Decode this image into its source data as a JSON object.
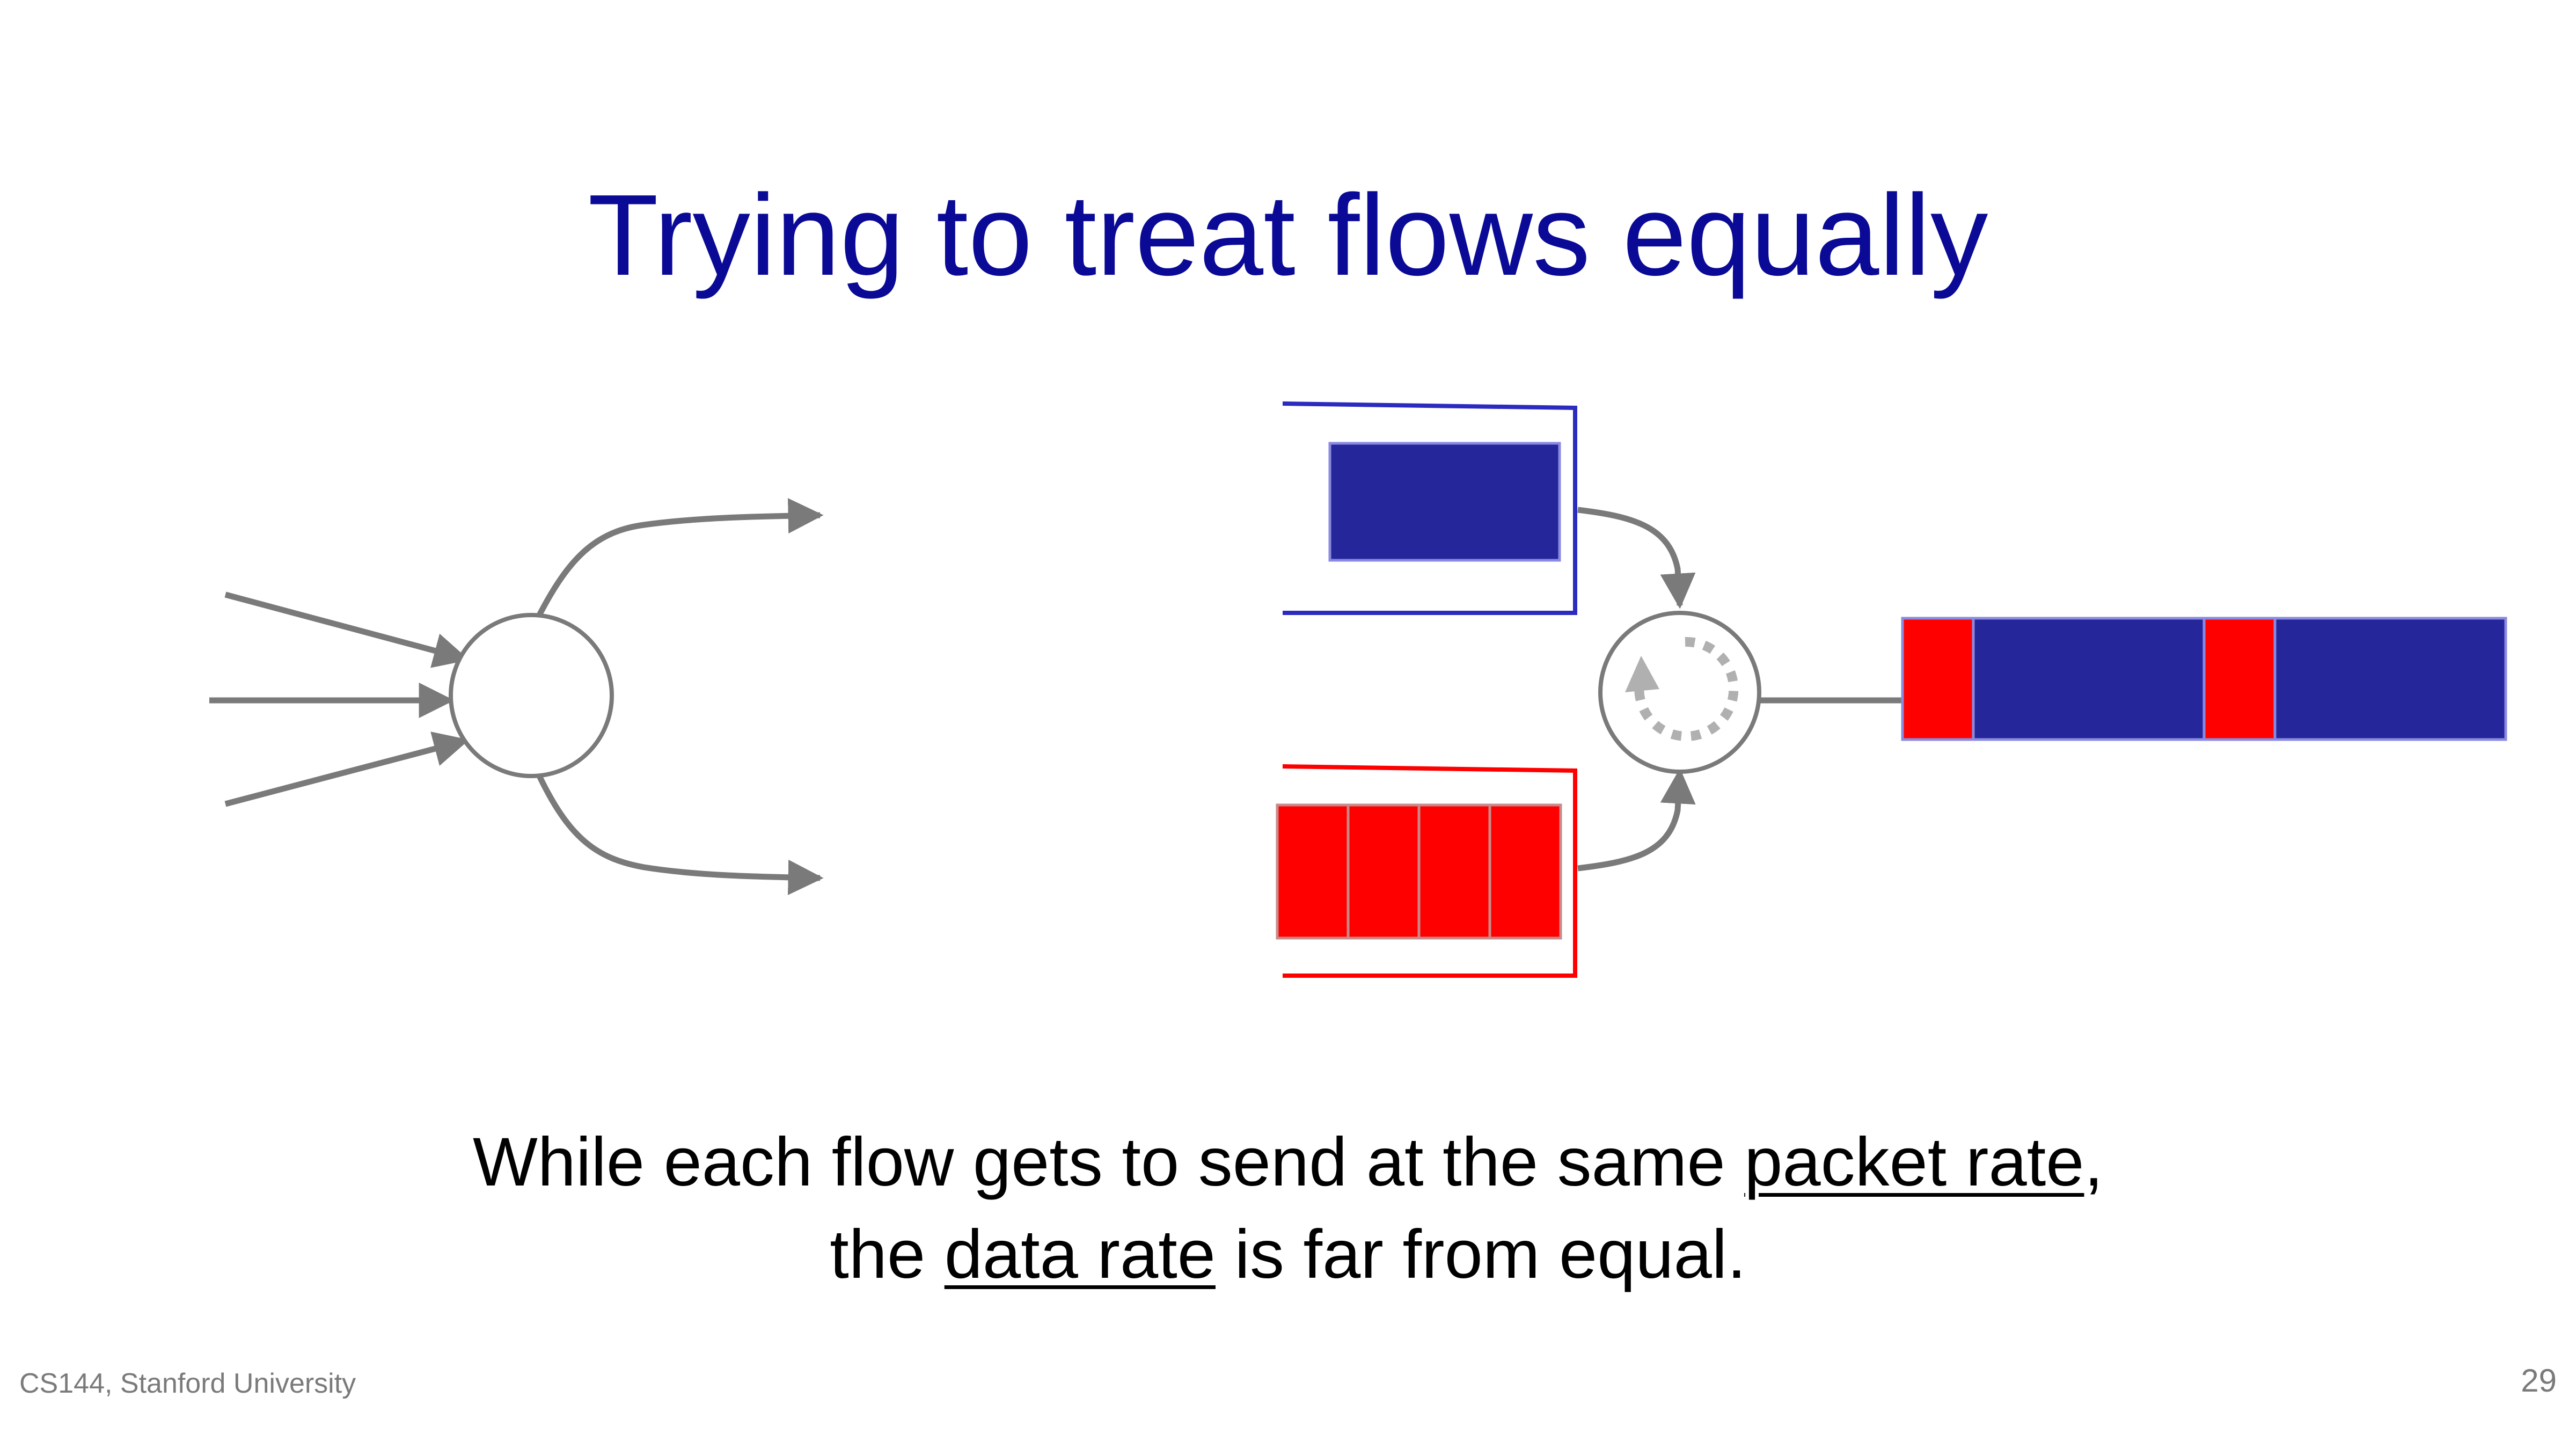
{
  "slide": {
    "title": "Trying to treat flows equally",
    "caption": {
      "line1_before": "While each flow gets to send at the same ",
      "line1_underlined": "packet rate",
      "line1_after": ",",
      "line2_before": "the ",
      "line2_underlined": "data rate",
      "line2_after": " is far from equal."
    },
    "footer": "CS144, Stanford University",
    "page_number": "29"
  },
  "colors": {
    "title": "#0a0a96",
    "blue_packet": "#26269b",
    "blue_queue_outline": "#2b2bc0",
    "red_packet": "#ff0000",
    "packet_border": "#8a8ae0",
    "arrow_gray": "#7a7a7a",
    "scheduler_icon": "#b0b0b0"
  },
  "diagram": {
    "left_router": {
      "inputs": 3,
      "outputs": 2
    },
    "blue_flow_queue": {
      "packets": 1,
      "packet_size": "large"
    },
    "red_flow_queue": {
      "packets": 4,
      "packet_size": "small"
    },
    "scheduler": {
      "icon": "round-robin-icon"
    },
    "output_link": {
      "sequence": [
        "red",
        "blue",
        "red",
        "blue"
      ]
    }
  }
}
